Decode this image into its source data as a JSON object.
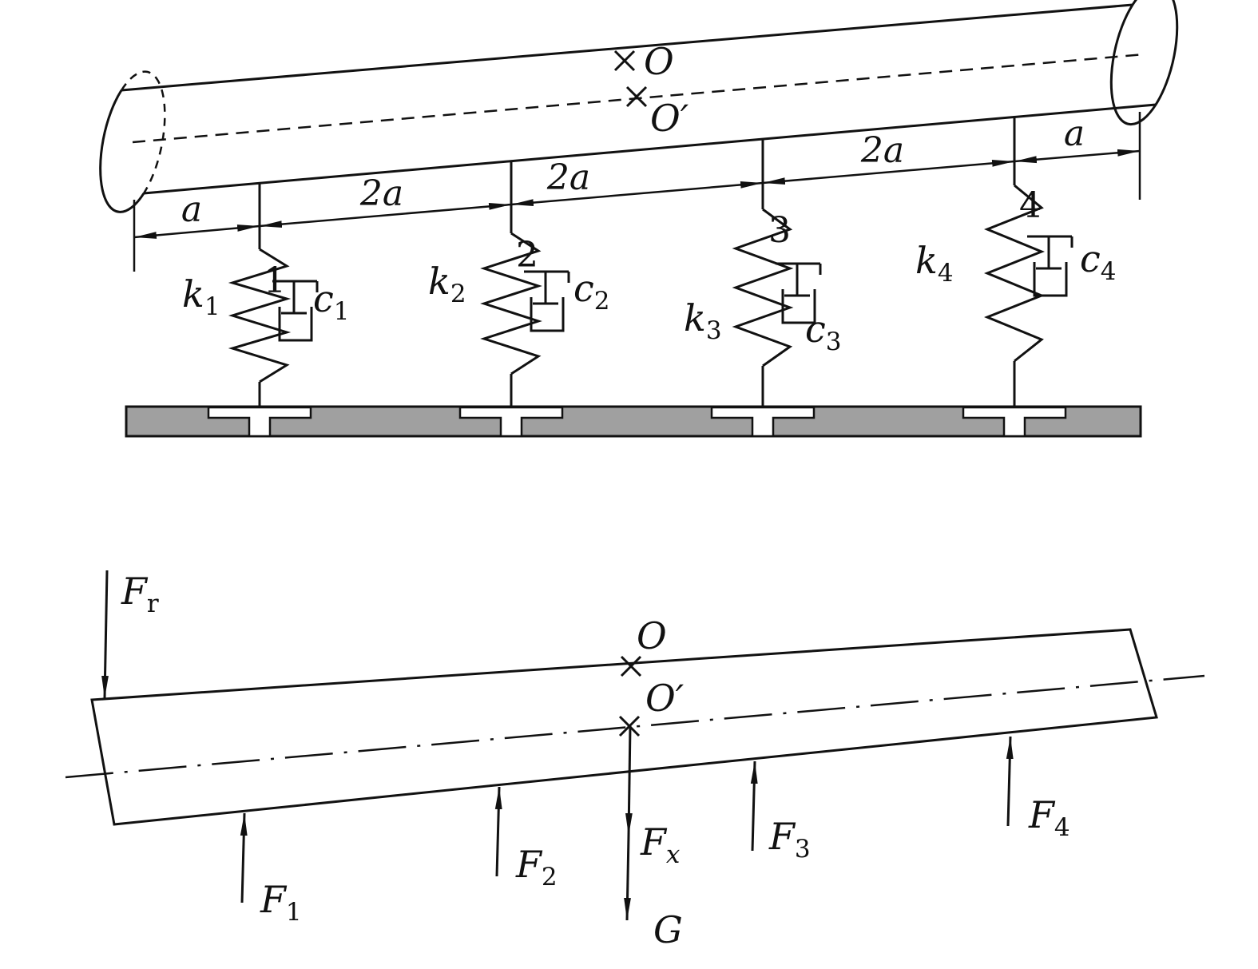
{
  "diagram": {
    "top_view": {
      "o_label": "O",
      "o_prime_label": "O′",
      "dim_labels": [
        "a",
        "2a",
        "2a",
        "2a",
        "a"
      ],
      "supports": [
        {
          "number": "1",
          "k_base": "k",
          "k_sub": "1",
          "c_base": "c",
          "c_sub": "1"
        },
        {
          "number": "2",
          "k_base": "k",
          "k_sub": "2",
          "c_base": "c",
          "c_sub": "2"
        },
        {
          "number": "3",
          "k_base": "k",
          "k_sub": "3",
          "c_base": "c",
          "c_sub": "3"
        },
        {
          "number": "4",
          "k_base": "k",
          "k_sub": "4",
          "c_base": "c",
          "c_sub": "4"
        }
      ]
    },
    "force_view": {
      "o_label": "O",
      "o_prime_label": "O′",
      "fr": {
        "base": "F",
        "sub": "r"
      },
      "f1": {
        "base": "F",
        "sub": "1"
      },
      "f2": {
        "base": "F",
        "sub": "2"
      },
      "f3": {
        "base": "F",
        "sub": "3"
      },
      "f4": {
        "base": "F",
        "sub": "4"
      },
      "fx": {
        "base": "F",
        "sub": "x"
      },
      "g_label": "G"
    }
  }
}
